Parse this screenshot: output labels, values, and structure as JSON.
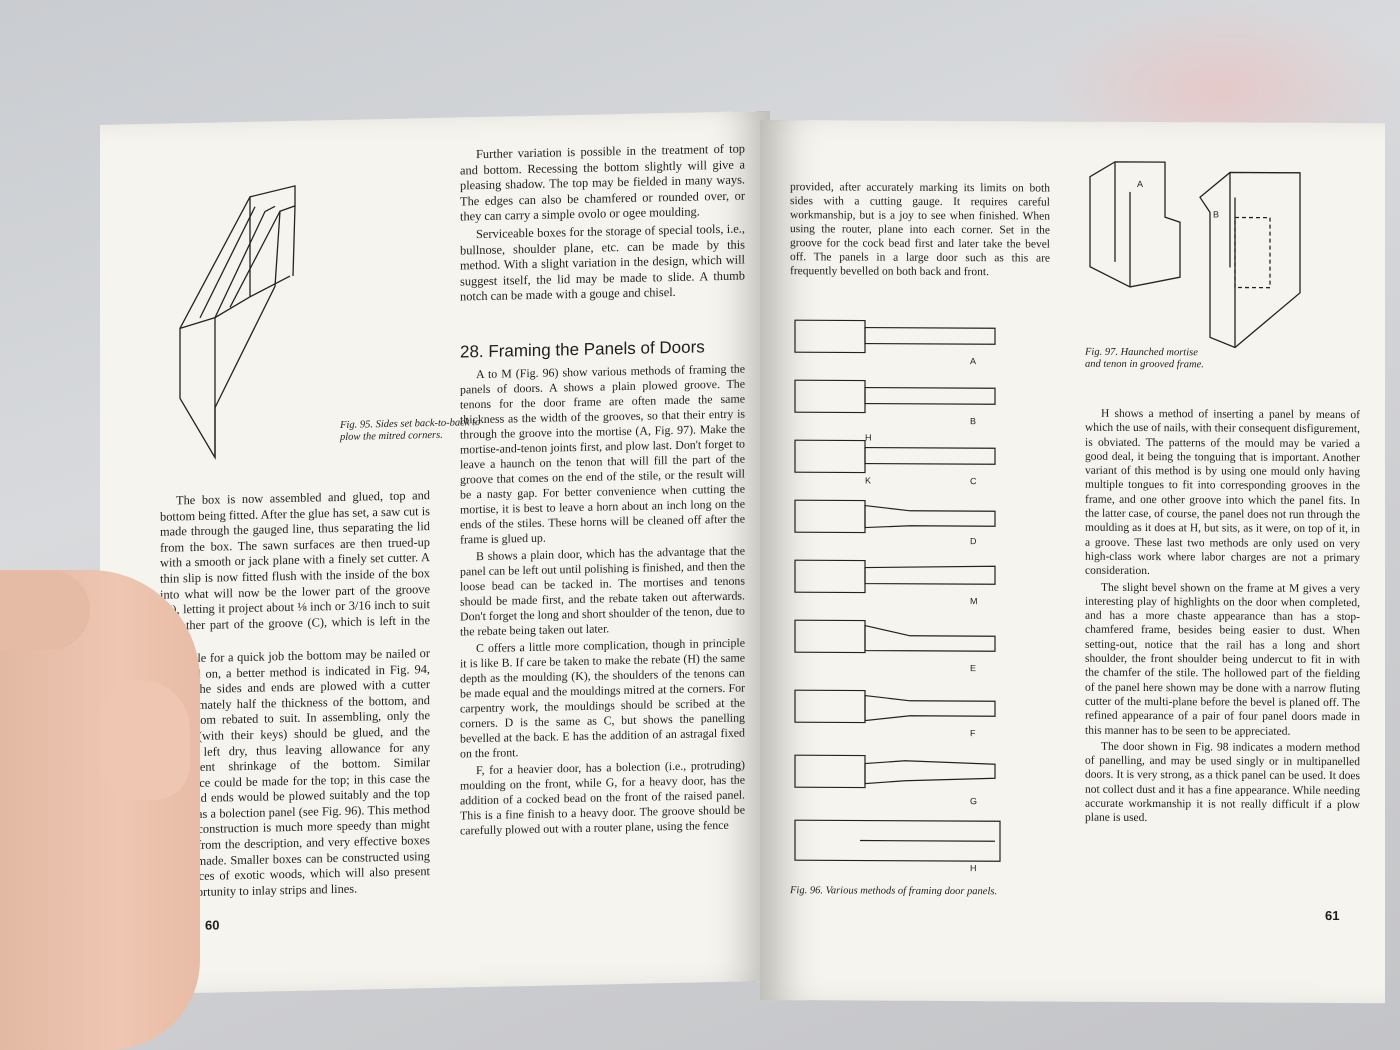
{
  "left_page": {
    "fig95_caption": "Fig. 95. Sides set back-to-back to plow the mitred corners.",
    "col1_paragraphs": [
      "The box is now assembled and glued, top and bottom being fitted. After the glue has set, a saw cut is made through the gauged line, thus separating the lid from the box. The sawn surfaces are then trued-up with a smooth or jack plane with a finely set cutter. A thin slip is now fitted flush with the inside of the box into what will now be the lower part of the groove (C), letting it project about ⅛ inch or 3/16 inch to suit the other part of the groove (C), which is left in the lid.",
      "While for a quick job the bottom may be nailed or screwed on, a better method is indicated in Fig. 94, where the sides and ends are plowed with a cutter approximately half the thickness of the bottom, and the bottom rebated to suit. In assembling, only the mitres (with their keys) should be glued, and the bottom left dry, thus leaving allowance for any subsequent shrinkage of the bottom. Similar allowance could be made for the top; in this case the sides and ends would be plowed suitably and the top treated as a bolection panel (see Fig. 96). This method of box construction is much more speedy than might appear from the description, and very effective boxes can be made. Smaller boxes can be constructed using odd pieces of exotic woods, which will also present the opportunity to inlay strips and lines."
    ],
    "col2_paragraphs": [
      "Further variation is possible in the treatment of top and bottom. Recessing the bottom slightly will give a pleasing shadow. The top may be fielded in many ways. The edges can also be chamfered or rounded over, or they can carry a simple ovolo or ogee moulding.",
      "Serviceable boxes for the storage of special tools, i.e., bullnose, shoulder plane, etc. can be made by this method. With a slight variation in the design, which will suggest itself, the lid may be made to slide. A thumb notch can be made with a gouge and chisel."
    ],
    "section_heading": "28. Framing the Panels of Doors",
    "col2_section_paragraphs": [
      "A to M (Fig. 96) show various methods of framing the panels of doors. A shows a plain plowed groove. The tenons for the door frame are often made the same thickness as the width of the grooves, so that their entry is through the groove into the mortise (A, Fig. 97). Make the mortise-and-tenon joints first, and plow last. Don't forget to leave a haunch on the tenon that will fill the part of the groove that comes on the end of the stile, or the result will be a nasty gap. For better convenience when cutting the mortise, it is best to leave a horn about an inch long on the ends of the stiles. These horns will be cleaned off after the frame is glued up.",
      "B shows a plain door, which has the advantage that the panel can be left out until polishing is finished, and then the loose bead can be tacked in. The mortises and tenons should be made first, and the rebate taken out afterwards. Don't forget the long and short shoulder of the tenon, due to the rebate being taken out later.",
      "C offers a little more complication, though in principle it is like B. If care be taken to make the rebate (H) the same depth as the moulding (K), the shoulders of the tenons can be made equal and the mouldings mitred at the corners. For carpentry work, the mouldings should be scribed at the corners. D is the same as C, but shows the panelling bevelled at the back. E has the addition of an astragal fixed on the front.",
      "F, for a heavier door, has a bolection (i.e., protruding) moulding on the front, while G, for a heavy door, has the addition of a cocked bead on the front of the raised panel. This is a fine finish to a heavy door. The groove should be carefully plowed out with a router plane, using the fence"
    ],
    "page_number": "60"
  },
  "right_page": {
    "col1_paragraphs": [
      "provided, after accurately marking its limits on both sides with a cutting gauge. It requires careful workmanship, but is a joy to see when finished. When using the router, plane into each corner. Set in the groove for the cock bead first and later take the bevel off. The panels in a large door such as this are frequently bevelled on both back and front."
    ],
    "fig96_labels": [
      "A",
      "B",
      "C",
      "D",
      "M",
      "E",
      "F",
      "G",
      "H"
    ],
    "fig96_extra_labels": [
      "H",
      "K"
    ],
    "fig96_caption": "Fig. 96. Various methods of framing door panels.",
    "fig97_labels": [
      "A",
      "B"
    ],
    "fig97_caption": "Fig. 97. Haunched mortise and tenon in grooved frame.",
    "col2_paragraphs": [
      "H shows a method of inserting a panel by means of which the use of nails, with their consequent disfigurement, is obviated. The patterns of the mould may be varied a good deal, it being the tonguing that is important. Another variant of this method is by using one mould only having multiple tongues to fit into corresponding grooves in the frame, and one other groove into which the panel fits. In the latter case, of course, the panel does not run through the moulding as it does at H, but sits, as it were, on top of it, in a groove. These last two methods are only used on very high-class work where labor charges are not a primary consideration.",
      "The slight bevel shown on the frame at M gives a very interesting play of highlights on the door when completed, and has a more chaste appearance than has a stop-chamfered frame, besides being easier to dust. When setting-out, notice that the rail has a long and short shoulder, the front shoulder being undercut to fit in with the chamfer of the stile. The hollowed part of the fielding of the panel here shown may be done with a narrow fluting cutter of the multi-plane before the bevel is planed off. The refined appearance of a pair of four panel doors made in this manner has to be seen to be appreciated.",
      "The door shown in Fig. 98 indicates a modern method of panelling, and may be used singly or in multipanelled doors. It is very strong, as a thick panel can be used. It does not collect dust and it has a fine appearance. While needing accurate workmanship it is not really difficult if a plow plane is used."
    ],
    "page_number": "61"
  },
  "colors": {
    "page": "#f6f4ee",
    "ink": "#1e1e1e",
    "background": "#cfd0d3",
    "skin": "#e8bca6"
  }
}
